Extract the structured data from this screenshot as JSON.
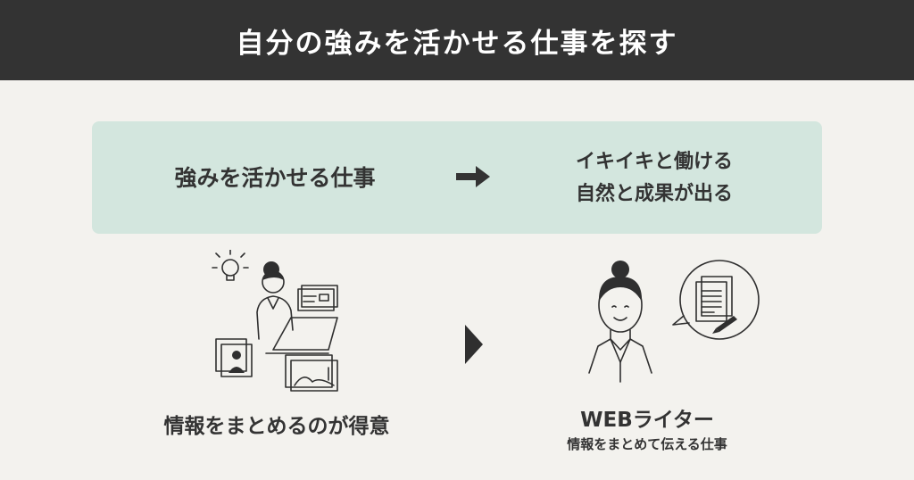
{
  "header": {
    "title": "自分の強みを活かせる仕事を探す"
  },
  "banner": {
    "left_text": "強みを活かせる仕事",
    "right_line1": "イキイキと働ける",
    "right_line2": "自然と成果が出る"
  },
  "left": {
    "caption": "情報をまとめるのが得意"
  },
  "right": {
    "title": "WEBライター",
    "subtitle": "情報をまとめて伝える仕事"
  },
  "colors": {
    "header_bg": "#333333",
    "page_bg": "#f3f2ee",
    "banner_bg": "#d3e6de",
    "text": "#333333"
  },
  "icons": [
    "arrow-right-icon",
    "lightbulb-icon",
    "woman-laptop-illustration",
    "photo-cards-icon",
    "mail-card-icon",
    "woman-portrait-illustration",
    "document-speech-bubble-icon",
    "pencil-icon",
    "triangle-arrow-icon"
  ]
}
